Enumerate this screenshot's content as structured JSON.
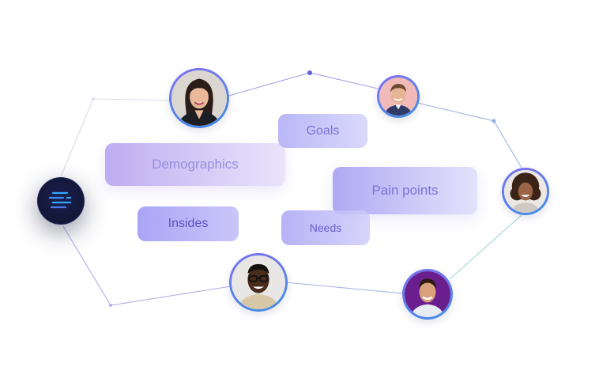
{
  "tags": {
    "demographics": "Demographics",
    "goals": "Goals",
    "pain_points": "Pain points",
    "insides": "Insides",
    "needs": "Needs"
  },
  "hub": {
    "icon": "menu-lines-icon"
  },
  "avatars": [
    {
      "id": "woman-dark-hair",
      "bg": "#d9d2cc"
    },
    {
      "id": "man-pink-bg",
      "bg": "#f1b8b8"
    },
    {
      "id": "woman-curly-hair",
      "bg": "#eae6e2"
    },
    {
      "id": "man-glasses",
      "bg": "#e9e7e5"
    },
    {
      "id": "man-purple-bg",
      "bg": "#6d1f8f"
    }
  ],
  "colors": {
    "accent": "#7b6ff0",
    "line": "#b9b4e8"
  }
}
